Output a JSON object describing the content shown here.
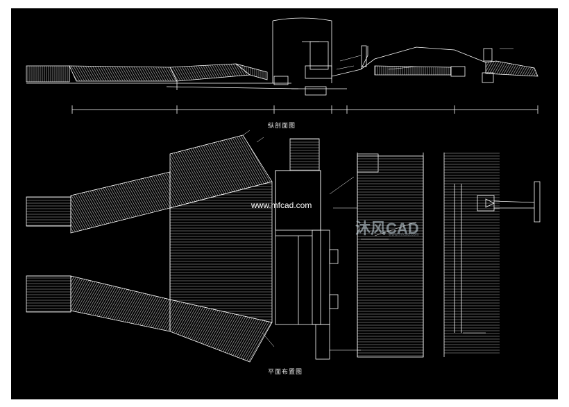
{
  "drawing": {
    "section_title": "纵剖面图",
    "plan_title": "平面布置图"
  },
  "watermark": {
    "url": "www.mfcad.com",
    "logo": "沐风CAD",
    "logo_sub": "www.mfcad.com"
  },
  "colors": {
    "background": "#000000",
    "line": "#ffffff",
    "hatch": "#9a9a9a",
    "margin": "#ffffff"
  }
}
